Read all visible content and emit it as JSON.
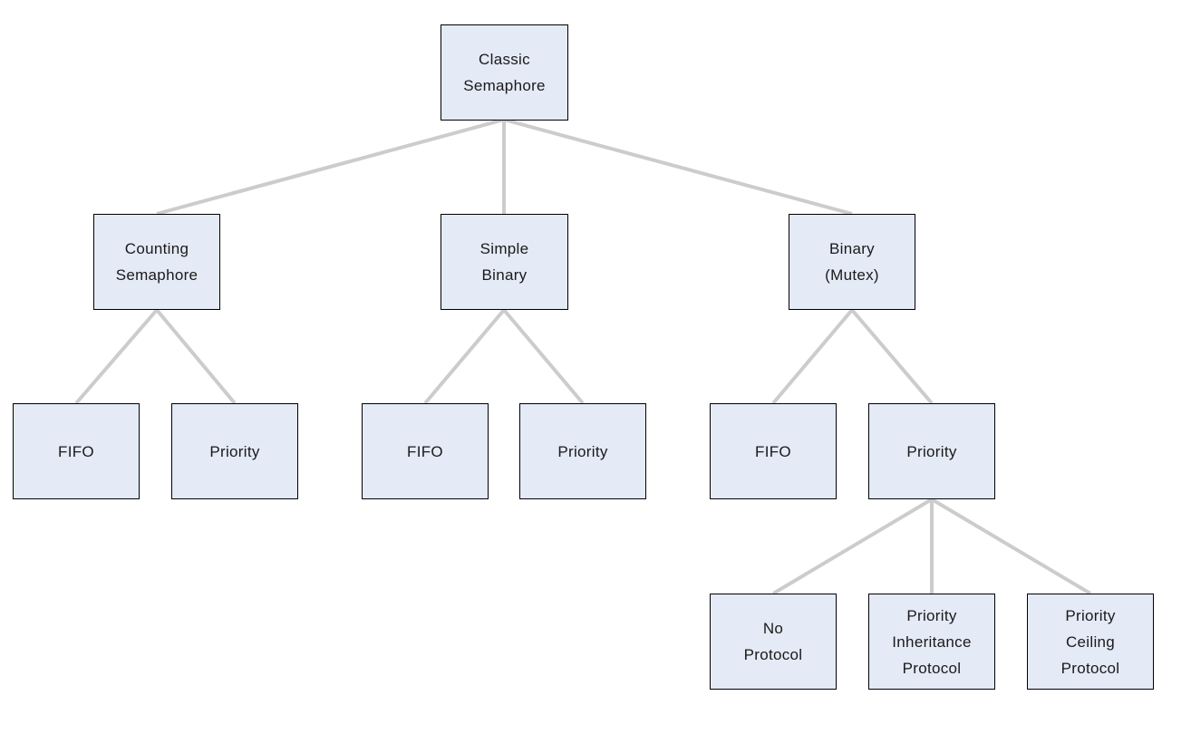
{
  "diagram": {
    "type": "tree",
    "background": "#ffffff",
    "colors": {
      "node_fill": "#e4eaf6",
      "node_border": "#000000",
      "edge": "#cccccc",
      "text": "#1a1a1a"
    },
    "nodes": {
      "classic": {
        "label": "Classic\nSemaphore"
      },
      "counting": {
        "label": "Counting\nSemaphore"
      },
      "simple": {
        "label": "Simple\nBinary"
      },
      "binary": {
        "label": "Binary\n(Mutex)"
      },
      "counting_fifo": {
        "label": "FIFO"
      },
      "counting_priority": {
        "label": "Priority"
      },
      "simple_fifo": {
        "label": "FIFO"
      },
      "simple_priority": {
        "label": "Priority"
      },
      "binary_fifo": {
        "label": "FIFO"
      },
      "binary_priority": {
        "label": "Priority"
      },
      "no_protocol": {
        "label": "No\nProtocol"
      },
      "priority_inheritance": {
        "label": "Priority\nInheritance\nProtocol"
      },
      "priority_ceiling": {
        "label": "Priority\nCeiling\nProtocol"
      }
    },
    "edges": [
      {
        "from": "classic",
        "to": "counting"
      },
      {
        "from": "classic",
        "to": "simple"
      },
      {
        "from": "classic",
        "to": "binary"
      },
      {
        "from": "counting",
        "to": "counting_fifo"
      },
      {
        "from": "counting",
        "to": "counting_priority"
      },
      {
        "from": "simple",
        "to": "simple_fifo"
      },
      {
        "from": "simple",
        "to": "simple_priority"
      },
      {
        "from": "binary",
        "to": "binary_fifo"
      },
      {
        "from": "binary",
        "to": "binary_priority"
      },
      {
        "from": "binary_priority",
        "to": "no_protocol"
      },
      {
        "from": "binary_priority",
        "to": "priority_inheritance"
      },
      {
        "from": "binary_priority",
        "to": "priority_ceiling"
      }
    ]
  }
}
